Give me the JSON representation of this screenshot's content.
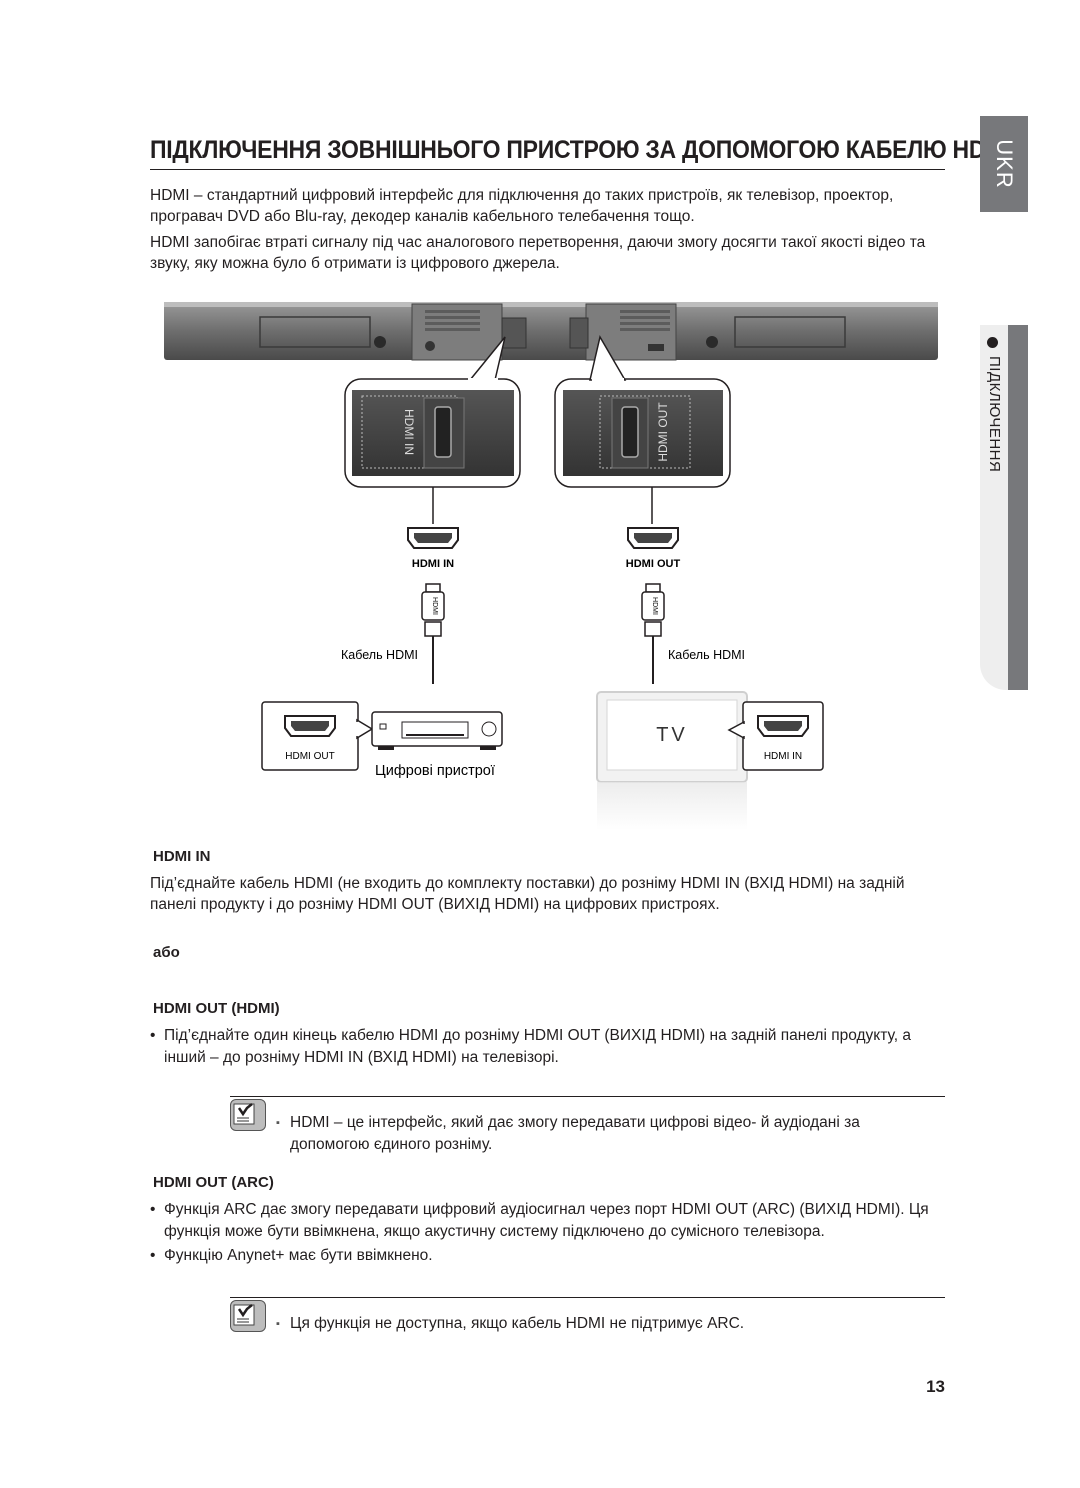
{
  "title": "ПІДКЛЮЧЕННЯ ЗОВНІШНЬОГО ПРИСТРОЮ ЗА ДОПОМОГОЮ КАБЕЛЮ HDMI",
  "side_tab": "UKR",
  "side_section": "ПІДКЛЮЧЕННЯ",
  "intro": [
    "HDMI – стандартний цифровий інтерфейс для підключення до таких пристроїв, як телевізор, проектор, програвач DVD або Blu-ray, декодер каналів кабельного телебачення тощо.",
    "HDMI запобігає втраті сигналу під час аналогового перетворення, даючи змогу досягти такої якості відео та звуку, яку можна було б отримати із цифрового джерела."
  ],
  "diagram": {
    "port_left_vertical": "HDMI IN",
    "port_right_vertical": "HDMI OUT",
    "connector_left_label": "HDMI IN",
    "connector_right_label": "HDMI OUT",
    "cable_left_label": "Кабель HDMI",
    "cable_right_label": "Кабель HDMI",
    "device_box_label": "HDMI OUT",
    "device_caption": "Цифрові пристрої",
    "tv_screen_label": "TV",
    "tv_box_label": "HDMI  IN",
    "plug_text": "HDMI"
  },
  "sections": {
    "hdmi_in": {
      "heading": "HDMI IN",
      "text": "Під’єднайте кабель HDMI (не входить до комплекту поставки) до розніму HDMI IN (ВХІД HDMI) на задній панелі продукту і до розніму HDMI OUT (ВИХІД HDMI) на цифрових пристроях."
    },
    "or": "або",
    "hdmi_out_hdmi": {
      "heading": "HDMI OUT (HDMI)",
      "bullet": "Під’єднайте один кінець кабелю HDMI до розніму HDMI OUT (ВИХІД HDMI) на задній панелі продукту, а інший – до розніму HDMI IN (ВХІД HDMI) на телевізорі.",
      "note": "HDMI – це інтерфейс, який дає змогу передавати цифрові відео- й аудіодані за допомогою єдиного розніму."
    },
    "hdmi_out_arc": {
      "heading": "HDMI OUT (ARC)",
      "bullet1": "Функція ARC дає змогу передавати цифровий аудіосигнал через порт HDMI OUT (ARC) (ВИХІД HDMI). Ця функція може бути ввімкнена, якщо акустичну систему підключено до сумісного телевізора.",
      "bullet2": "Функцію Anynet+ має бути ввімкнено.",
      "note": "Ця функція не доступна, якщо кабель HDMI не підтримує ARC."
    }
  },
  "bullet_glyph": "•",
  "note_glyph": "▪",
  "page_number": "13"
}
